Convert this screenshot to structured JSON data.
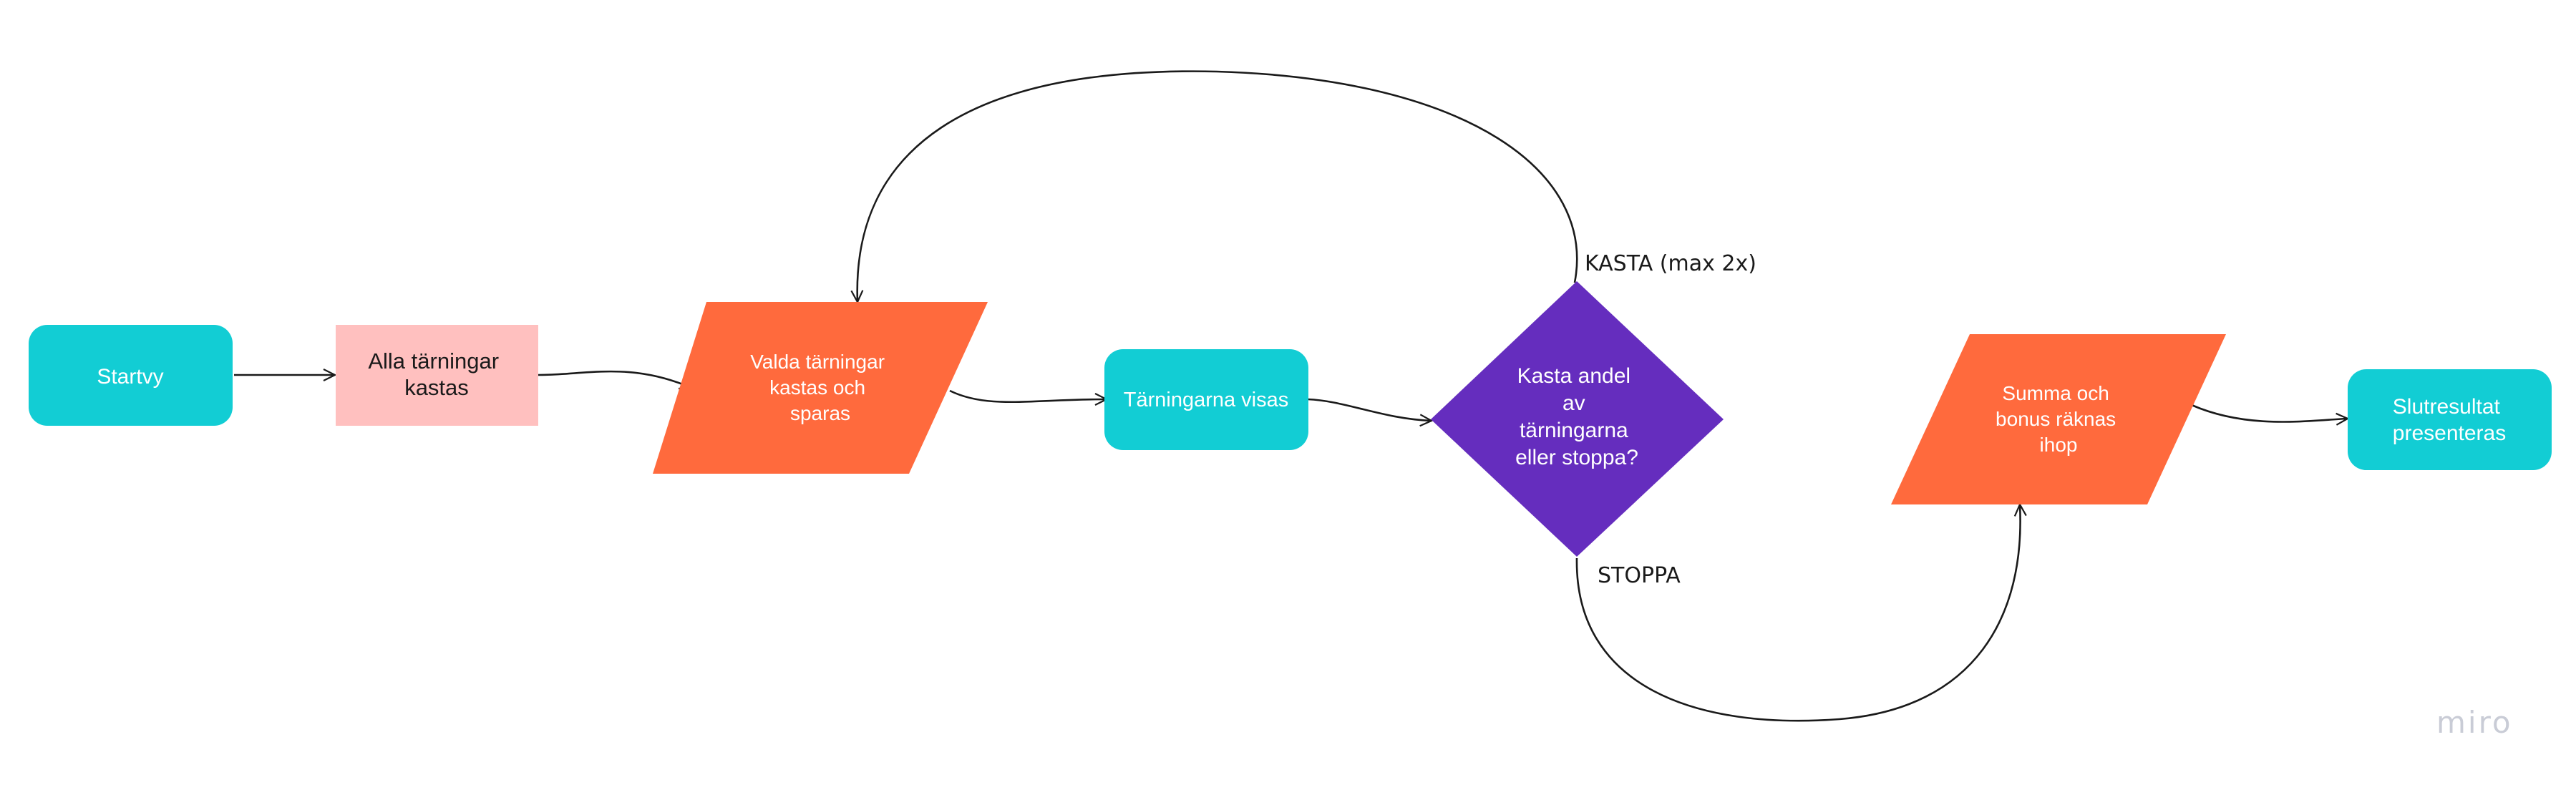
{
  "nodes": {
    "startvy": {
      "label": "Startvy",
      "color": "#12cdd4"
    },
    "alla": {
      "label_lines": [
        "Alla tärningar",
        "kastas"
      ],
      "color": "#ffc0bf"
    },
    "valda": {
      "label_lines": [
        "Valda tärningar",
        "kastas och",
        "sparas"
      ],
      "color": "#ff6a3d"
    },
    "visas": {
      "label": "Tärningarna visas",
      "color": "#12cdd4"
    },
    "decision": {
      "label_lines": [
        "Kasta andel",
        "av",
        "tärningarna",
        "eller stoppa?"
      ],
      "color": "#652dbe"
    },
    "summa": {
      "label_lines": [
        "Summa och",
        "bonus räknas",
        "ihop"
      ],
      "color": "#ff6a3d"
    },
    "slut": {
      "label_lines": [
        "Slutresultat",
        "presenteras"
      ],
      "color": "#12cdd4"
    }
  },
  "edges": {
    "kasta_label": "KASTA (max 2x)",
    "stoppa_label": "STOPPA"
  },
  "watermark": "miro"
}
